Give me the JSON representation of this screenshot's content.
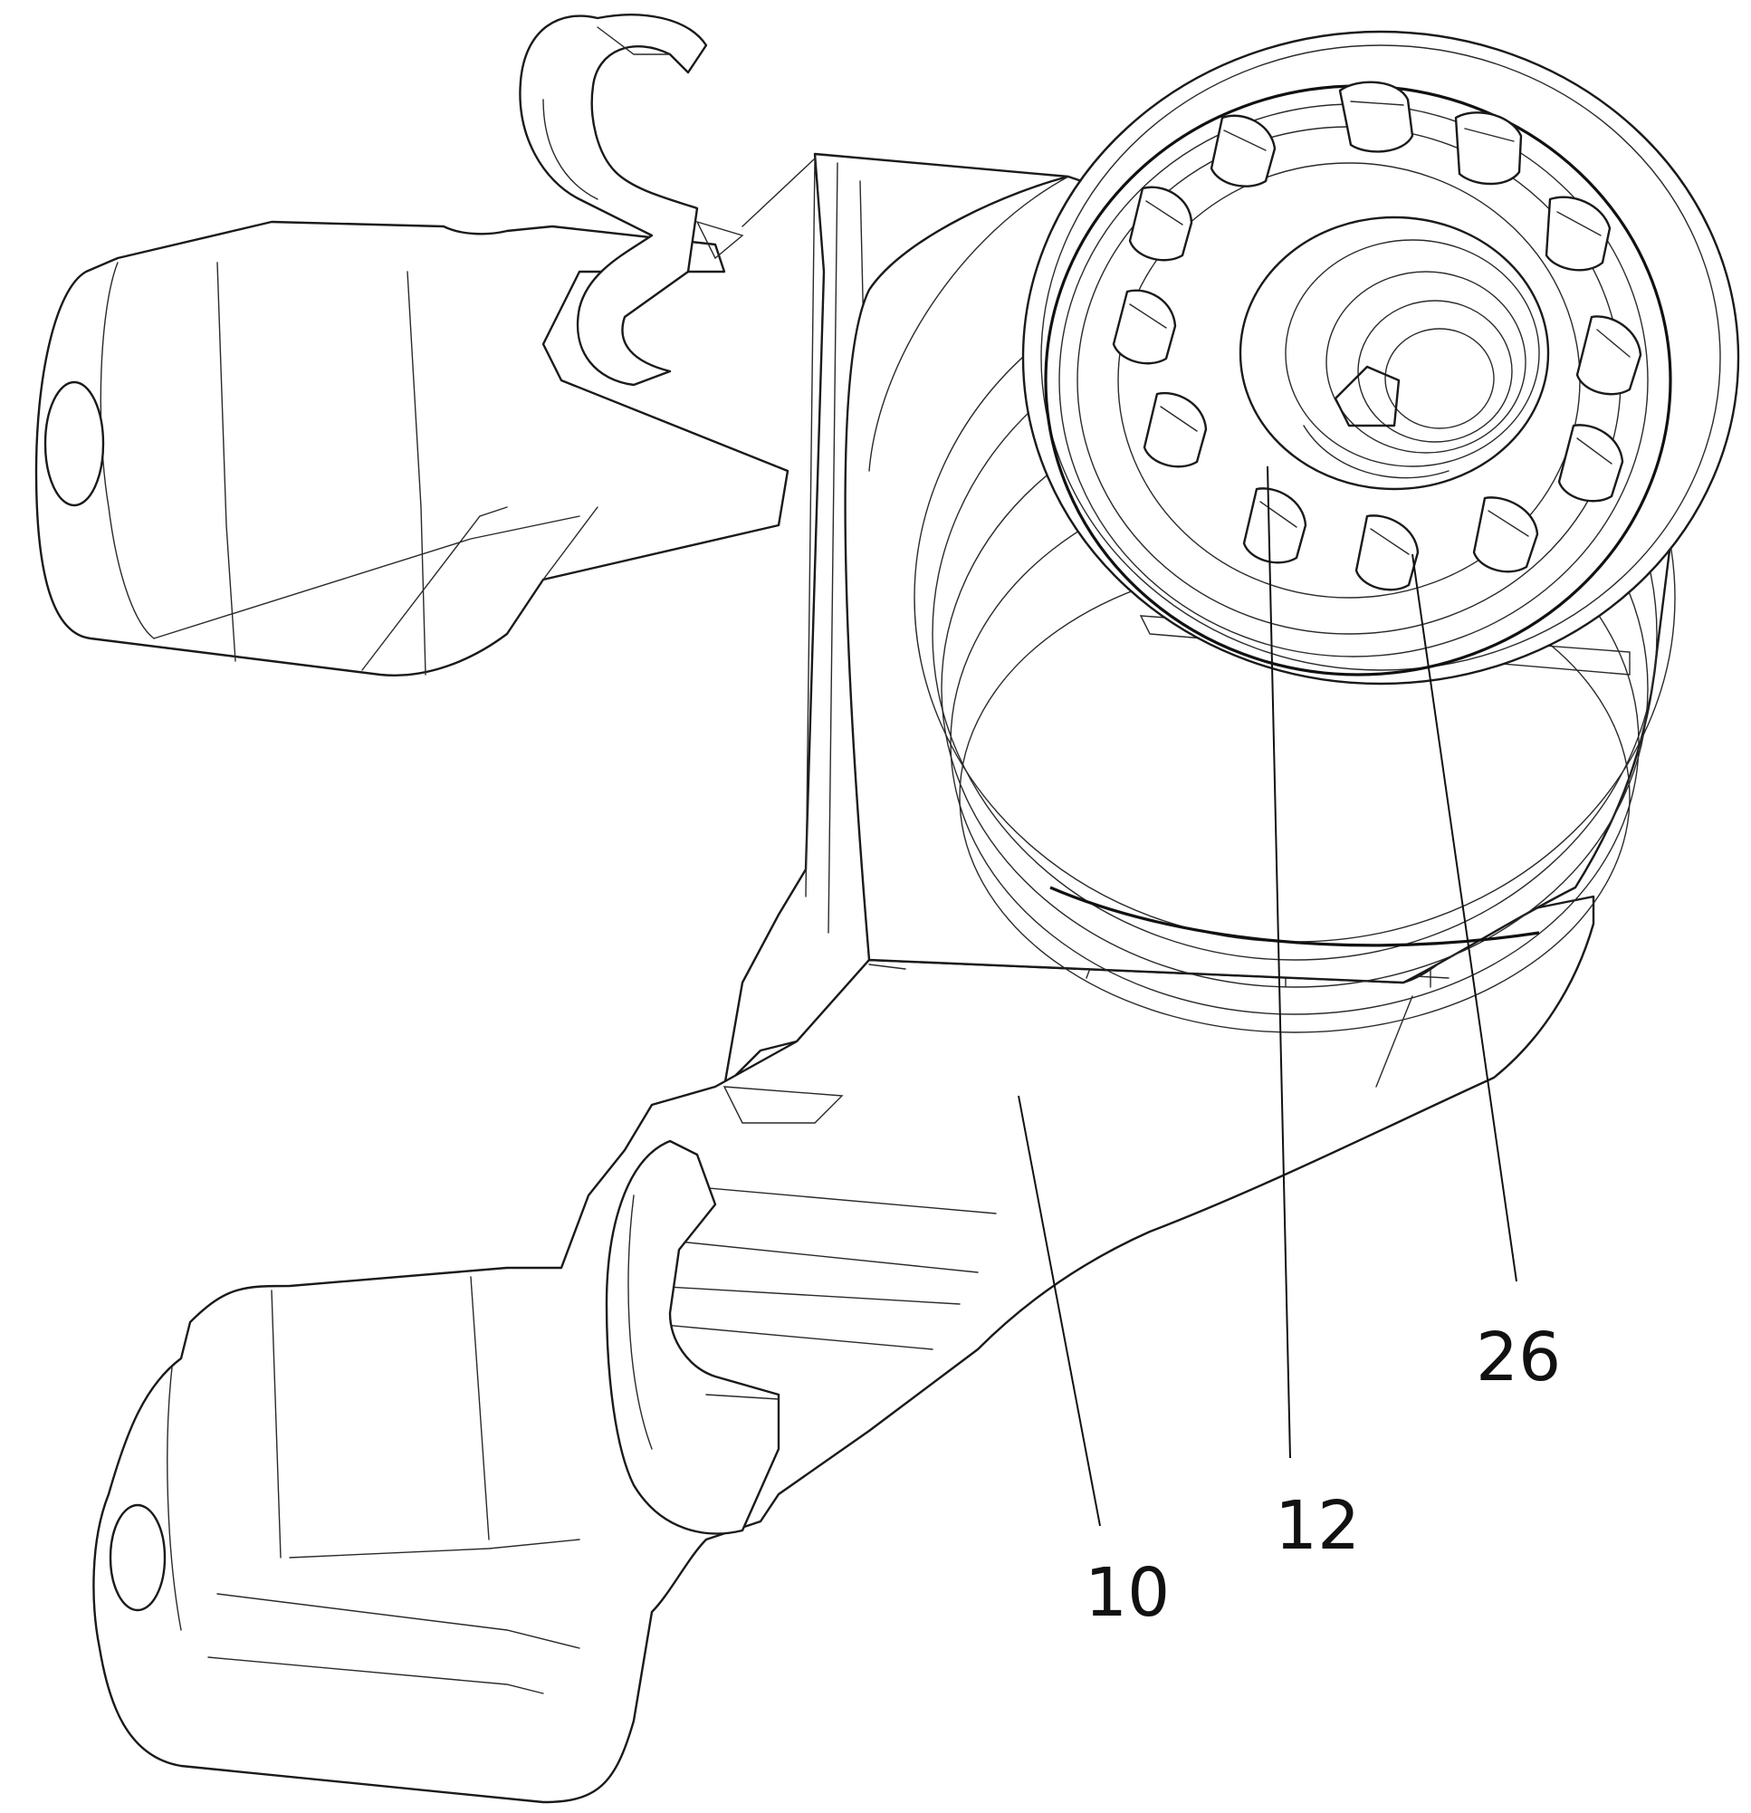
{
  "reference_numerals": {
    "n26": "26",
    "n12": "12",
    "n10": "10"
  },
  "colors": {
    "line": "#1a1a1a",
    "background": "#ffffff"
  }
}
